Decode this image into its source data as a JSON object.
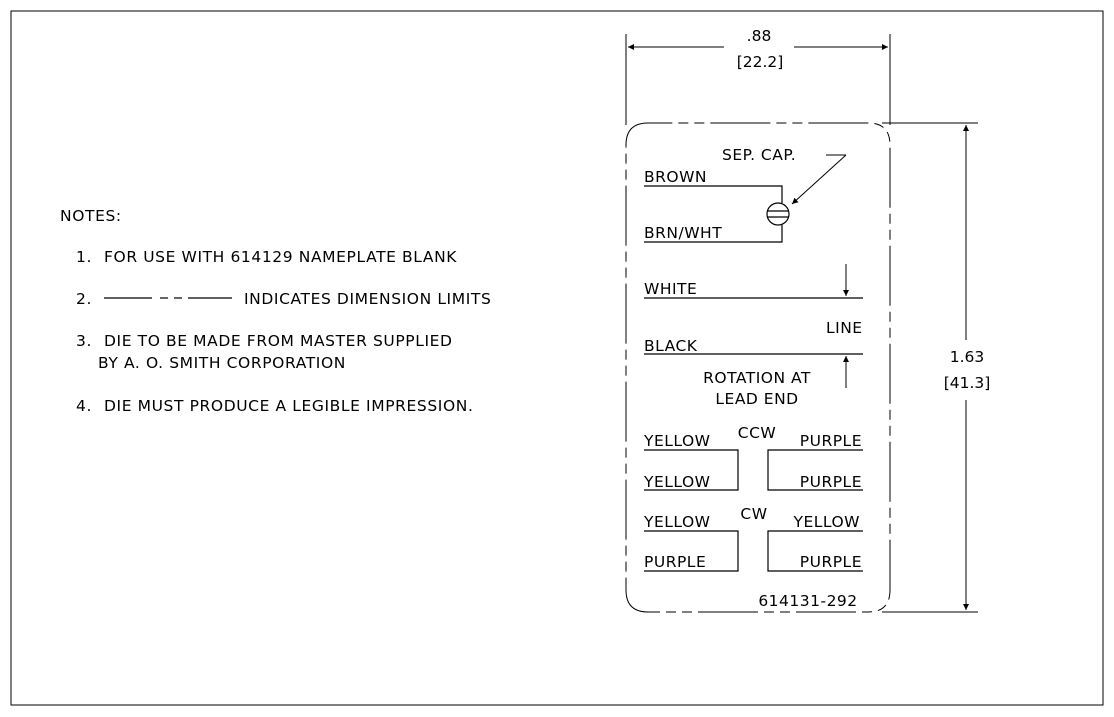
{
  "notes": {
    "heading": "NOTES:",
    "items": [
      {
        "num": "1.",
        "text": "FOR USE WITH 614129 NAMEPLATE BLANK"
      },
      {
        "num": "2.",
        "text": "INDICATES DIMENSION LIMITS"
      },
      {
        "num": "3.",
        "text": "DIE TO BE MADE FROM MASTER SUPPLIED",
        "text2": "BY A. O. SMITH CORPORATION"
      },
      {
        "num": "4.",
        "text": "DIE MUST PRODUCE A LEGIBLE IMPRESSION."
      }
    ]
  },
  "dimensions": {
    "width_in": ".88",
    "width_mm": "[22.2]",
    "height_in": "1.63",
    "height_mm": "[41.3]"
  },
  "plate": {
    "sep_cap": "SEP. CAP.",
    "brown": "BROWN",
    "brn_wht": "BRN/WHT",
    "white": "WHITE",
    "black": "BLACK",
    "line": "LINE",
    "rotation_1": "ROTATION AT",
    "rotation_2": "LEAD END",
    "ccw": "CCW",
    "cw": "CW",
    "ccw_left_top": "YELLOW",
    "ccw_left_bottom": "YELLOW",
    "ccw_right_top": "PURPLE",
    "ccw_right_bottom": "PURPLE",
    "cw_left_top": "YELLOW",
    "cw_left_bottom": "PURPLE",
    "cw_right_top": "YELLOW",
    "cw_right_bottom": "PURPLE",
    "part_number": "614131-292"
  }
}
